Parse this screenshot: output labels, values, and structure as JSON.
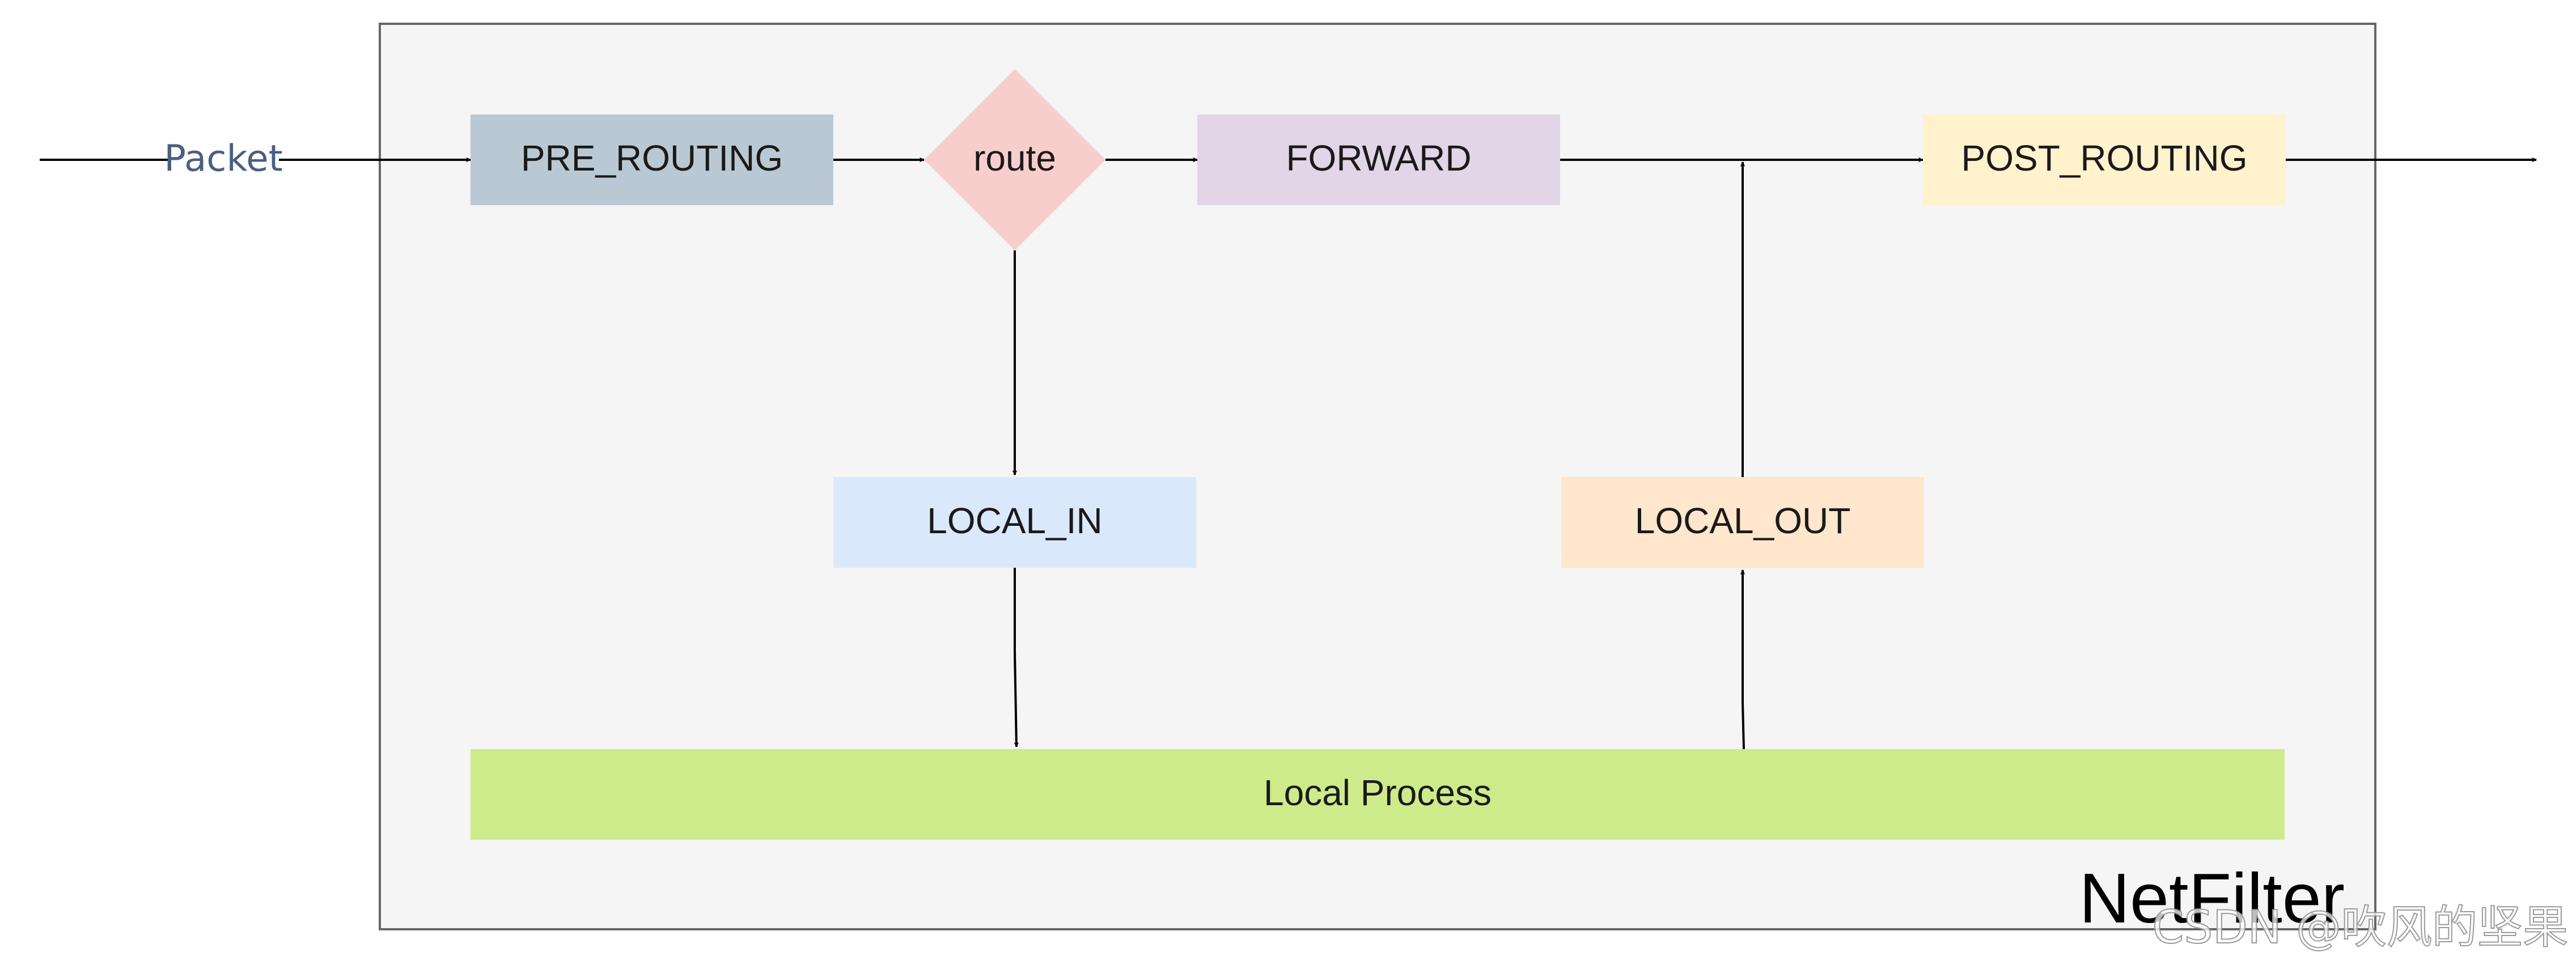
{
  "diagram": {
    "frame": {
      "title": "NetFilter",
      "fill": "#f5f5f5",
      "stroke": "#666666"
    },
    "input_label": "Packet",
    "nodes": {
      "pre_routing": {
        "label": "PRE_ROUTING",
        "fill": "#bac8d3"
      },
      "route": {
        "label": "route",
        "fill": "#f8cecc",
        "shape": "diamond"
      },
      "forward": {
        "label": "FORWARD",
        "fill": "#e1d5e7"
      },
      "post_routing": {
        "label": "POST_ROUTING",
        "fill": "#fff2cc"
      },
      "local_in": {
        "label": "LOCAL_IN",
        "fill": "#dae8fc"
      },
      "local_out": {
        "label": "LOCAL_OUT",
        "fill": "#ffe6cc"
      },
      "local_process": {
        "label": "Local Process",
        "fill": "#cdeb8b"
      }
    },
    "edges": [
      {
        "from": "input",
        "to": "pre_routing"
      },
      {
        "from": "pre_routing",
        "to": "route"
      },
      {
        "from": "route",
        "to": "forward"
      },
      {
        "from": "forward",
        "to": "post_routing"
      },
      {
        "from": "post_routing",
        "to": "output"
      },
      {
        "from": "route",
        "to": "local_in"
      },
      {
        "from": "local_in",
        "to": "local_process"
      },
      {
        "from": "local_process",
        "to": "local_out"
      },
      {
        "from": "local_out",
        "to": "forward_post_link"
      }
    ]
  },
  "watermark": {
    "text": "CSDN @吹风的坚果"
  }
}
